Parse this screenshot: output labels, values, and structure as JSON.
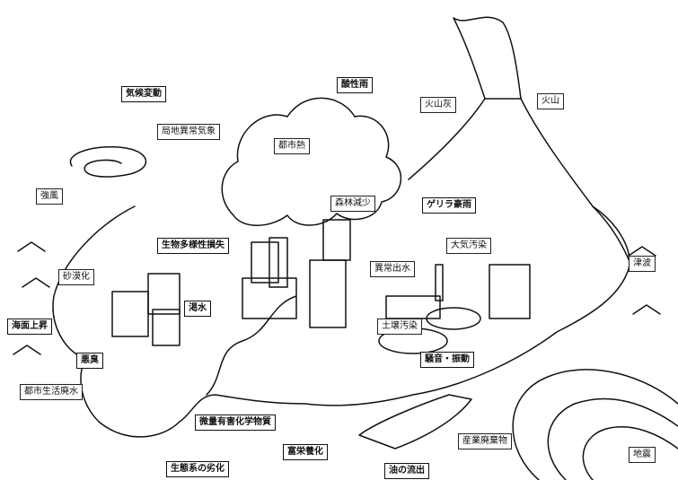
{
  "labels": {
    "climate_change": "気候変動",
    "acid_rain": "酸性雨",
    "volcanic_ash": "火山灰",
    "volcano": "火山",
    "local_weather": "局地異常気象",
    "urban_heat": "都市熱",
    "strong_wind": "強風",
    "deforestation": "森林減少",
    "guerrilla_rain": "ゲリラ豪雨",
    "biodiversity_loss": "生物多様性損失",
    "air_pollution": "大気汚染",
    "tsunami": "津波",
    "abnormal_runoff": "異常出水",
    "desertification": "砂漠化",
    "water_shortage": "渇水",
    "soil_pollution": "土壌汚染",
    "sea_level_rise": "海面上昇",
    "bad_odor": "悪臭",
    "noise_vibration": "騒音・振動",
    "domestic_wastewater": "都市生活廃水",
    "trace_chemicals": "微量有害化学物質",
    "eutrophication": "富栄養化",
    "industrial_waste": "産業廃棄物",
    "earthquake": "地震",
    "ecosystem_degradation": "生態系の劣化",
    "oil_spill": "油の流出"
  },
  "colors": {
    "ink": "#111111",
    "paper": "#ffffff"
  }
}
